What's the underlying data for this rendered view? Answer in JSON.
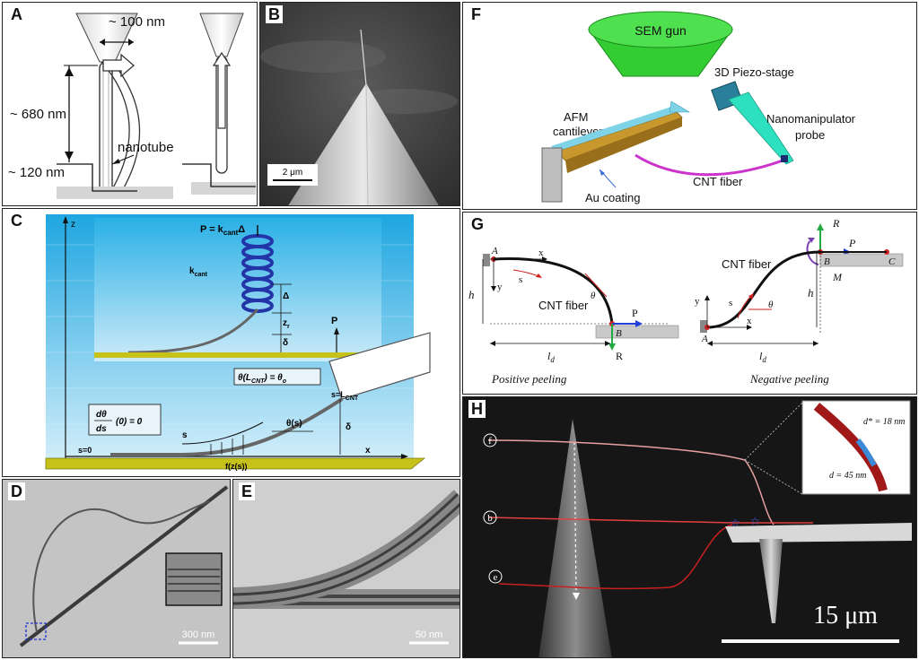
{
  "panels": {
    "A": {
      "label": "A",
      "dim_top": "~ 100 nm",
      "dim_length": "~ 680 nm",
      "dim_bottom": "~ 120 nm",
      "nanotube": "nanotube"
    },
    "B": {
      "label": "B",
      "scalebar": "2 μm"
    },
    "C": {
      "label": "C",
      "z_axis": "z",
      "x_axis": "x",
      "force": "P = k",
      "force_sub": "cant",
      "force_end": "Δ",
      "k": "k",
      "k_sub": "cant",
      "delta_cap": "Δ",
      "zr": "z",
      "zr_sub": "r",
      "delta": "δ",
      "P": "P",
      "theta_eq_main": "θ(L",
      "theta_eq_sub": "CNT",
      "theta_eq_end": ") = θ",
      "theta_eq_o": "o",
      "s_eq": "s=L",
      "s_eq_sub": "CNT",
      "dtheta_top": "dθ",
      "dtheta_bottom": "ds",
      "dtheta_end": "(0) = 0",
      "s0": "s=0",
      "s": "s",
      "theta_s": "θ(s)",
      "fz": "f(z(s))",
      "delta2": "δ"
    },
    "D": {
      "label": "D",
      "scalebar": "300 nm"
    },
    "E": {
      "label": "E",
      "scalebar": "50 nm"
    },
    "F": {
      "label": "F",
      "sem_gun": "SEM gun",
      "piezo": "3D Piezo-stage",
      "afm_1": "AFM",
      "afm_2": "cantilever",
      "nano_1": "Nanomanipulator",
      "nano_2": "probe",
      "cnt": "CNT fiber",
      "au": "Au coating"
    },
    "G": {
      "label": "G",
      "left": {
        "A": "A",
        "x": "x",
        "y": "y",
        "s": "s",
        "theta": "θ",
        "h": "h",
        "cnt": "CNT fiber",
        "P": "P",
        "B": "B",
        "R": "R",
        "ld": "l",
        "ld_sub": "d",
        "caption": "Positive peeling"
      },
      "right": {
        "R": "R",
        "P": "P",
        "B": "B",
        "C": "C",
        "M": "M",
        "cnt": "CNT fiber",
        "y": "y",
        "x": "x",
        "s": "s",
        "theta": "θ",
        "h": "h",
        "A": "A",
        "ld": "l",
        "ld_sub": "d",
        "caption": "Negative peeling"
      }
    },
    "H": {
      "label": "H",
      "f": "f",
      "b": "b",
      "e": "e",
      "d_star": "d* = 18 nm",
      "d": "d = 45 nm",
      "scalebar": "15 μm"
    }
  },
  "colors": {
    "panel_border": "#222222",
    "sem_gun": "#33cc33",
    "probe": "#2de0c0",
    "cantilever": "#b8862a",
    "au_coating": "#7fd3e6",
    "cnt_fiber": "#cc33cc",
    "peeling_force": "#1f3fd8",
    "reaction": "#22aa44",
    "moment": "#7a3fb0",
    "fiber_h": "#c8202a"
  }
}
